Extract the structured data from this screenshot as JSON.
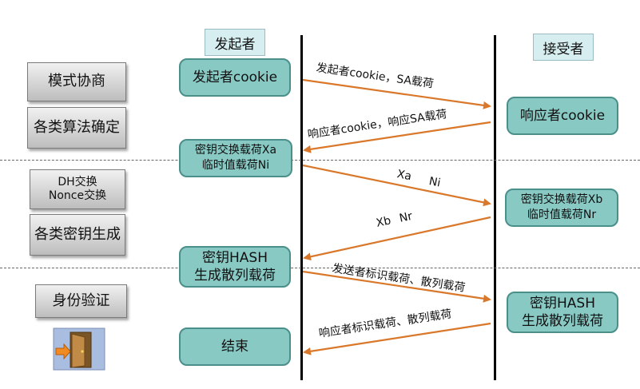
{
  "lanes": {
    "initiator": "发起者",
    "responder": "接受者"
  },
  "phases": [
    {
      "id": "mode",
      "label": "模式协商"
    },
    {
      "id": "algo",
      "label": "各类算法确定"
    },
    {
      "id": "dh",
      "label": "DH交换\nNonce交换"
    },
    {
      "id": "keys",
      "label": "各类密钥生成"
    },
    {
      "id": "auth",
      "label": "身份验证"
    }
  ],
  "initiator_nodes": {
    "cookie": "发起者cookie",
    "keyex": "密钥交换载荷Xa\n临时值载荷Ni",
    "hash": "密钥HASH\n生成散列载荷",
    "end": "结束"
  },
  "responder_nodes": {
    "cookie": "响应者cookie",
    "keyex": "密钥交换载荷Xb\n临时值载荷Nr",
    "hash": "密钥HASH\n生成散列载荷"
  },
  "messages": {
    "m1": "发起者cookie，SA载荷",
    "m2": "响应者cookie，响应SA载荷",
    "m3_xa": "Xa",
    "m3_ni": "Ni",
    "m4_xb": "Xb",
    "m4_nr": "Nr",
    "m5": "发送者标识载荷、散列载荷",
    "m6": "响应者标识载荷、散列载荷"
  },
  "colors": {
    "arrow": "#d9782a",
    "node_fill": "#88c9c4",
    "node_border": "#4b8f8a",
    "header_fill": "#d6eef0"
  },
  "icons": {
    "door": "door-exit-icon"
  }
}
